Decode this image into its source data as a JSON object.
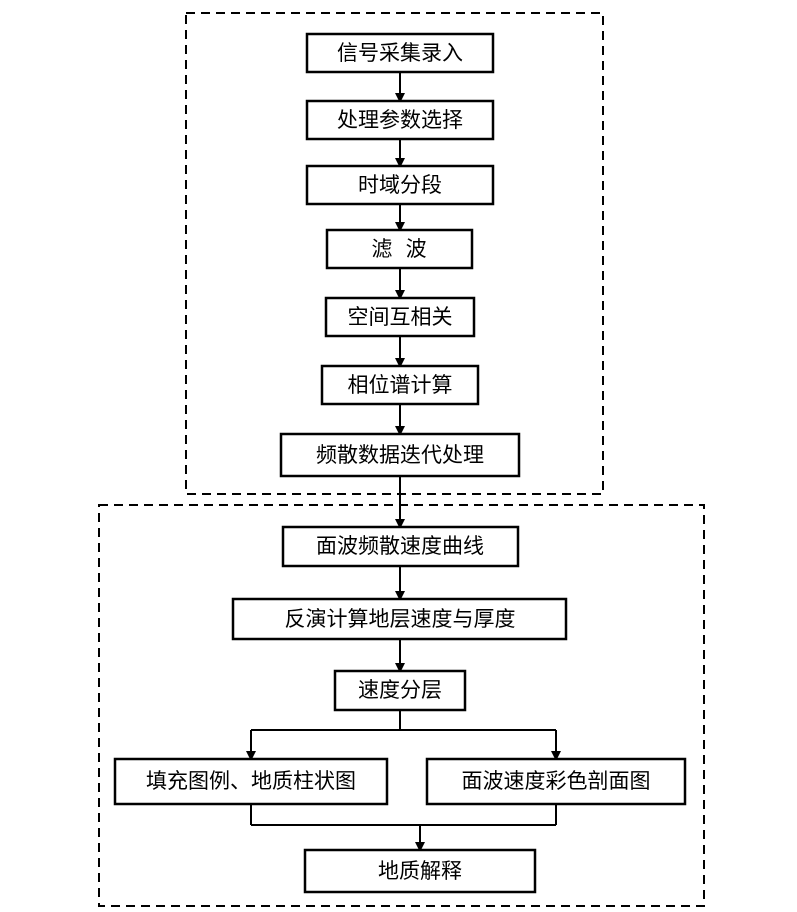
{
  "nodes": {
    "signal_capture": "信号采集录入",
    "param_select": "处理参数选择",
    "time_segment": "时域分段",
    "filter": "滤  波",
    "cross_correlation": "空间互相关",
    "phase_spectrum": "相位谱计算",
    "dispersion_iteration": "频散数据迭代处理",
    "dispersion_curve": "面波频散速度曲线",
    "inversion": "反演计算地层速度与厚度",
    "velocity_layering": "速度分层",
    "legend_column": "填充图例、地质柱状图",
    "color_profile": "面波速度彩色剖面图",
    "interpretation": "地质解释"
  },
  "colors": {
    "line": "#000000",
    "background": "#ffffff"
  }
}
